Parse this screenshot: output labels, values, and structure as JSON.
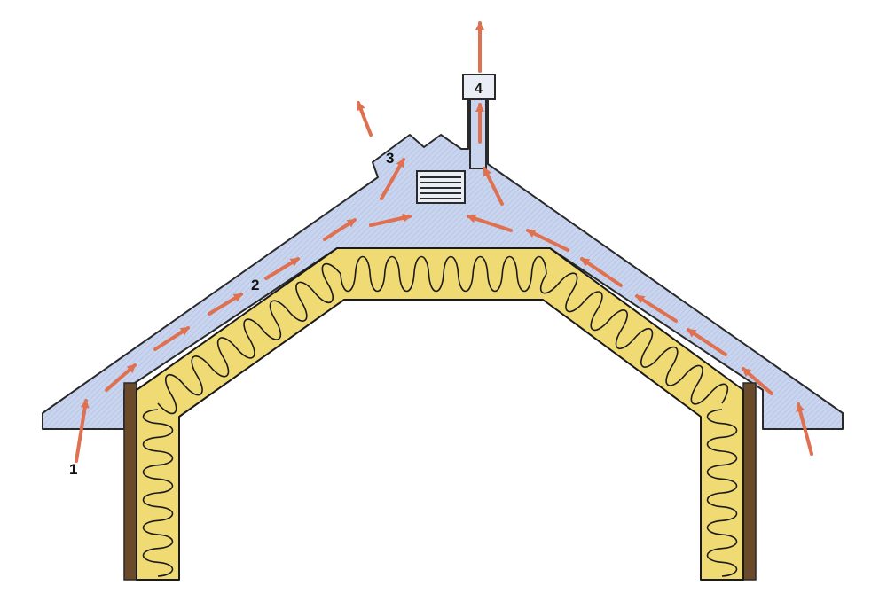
{
  "labels": {
    "intake": "1",
    "air_channel": "2",
    "ridge_vent": "3",
    "exhaust_pipe": "4"
  },
  "colors": {
    "roof_fill": "#c9d4ee",
    "roof_outline": "#2a2a2a",
    "insulation_fill": "#f0da74",
    "insulation_outline": "#1a1a1a",
    "wall_wood": "#6b4a2a",
    "arrow": "#df7050",
    "vent_fill": "#e9edf5"
  },
  "icons": {
    "airflow": "airflow-arrow-icon",
    "gable_vent": "louvered-vent-icon"
  }
}
